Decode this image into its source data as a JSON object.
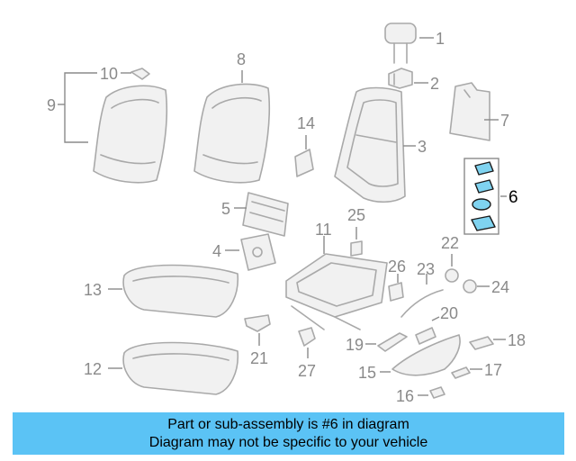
{
  "callouts": {
    "c1": "1",
    "c2": "2",
    "c3": "3",
    "c4": "4",
    "c5": "5",
    "c6": "6",
    "c7": "7",
    "c8": "8",
    "c9": "9",
    "c10": "10",
    "c11": "11",
    "c12": "12",
    "c13": "13",
    "c14": "14",
    "c15": "15",
    "c16": "16",
    "c17": "17",
    "c18": "18",
    "c19": "19",
    "c20": "20",
    "c21": "21",
    "c22": "22",
    "c23": "23",
    "c24": "24",
    "c25": "25",
    "c26": "26",
    "c27": "27"
  },
  "highlight": {
    "part_number": "6",
    "color": "#7fd3f0"
  },
  "footer": {
    "line1": "Part or sub-assembly is #6 in diagram",
    "line2": "Diagram may not be specific to your vehicle",
    "background": "#5bc3f5"
  }
}
